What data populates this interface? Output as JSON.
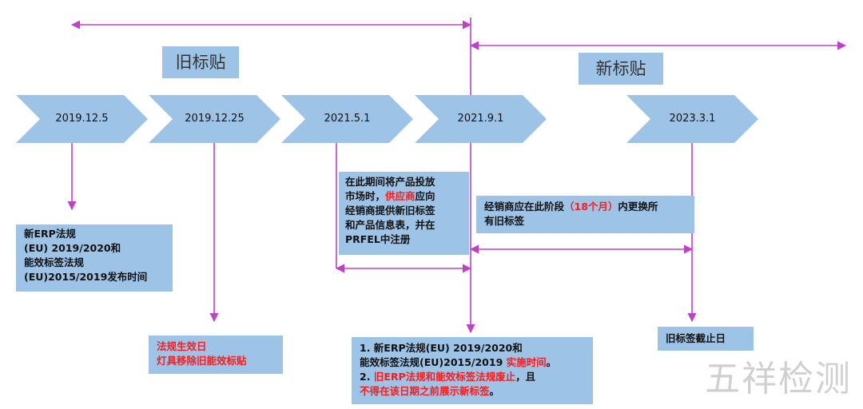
{
  "labels": {
    "old_label": "旧标贴",
    "new_label": "新标贴"
  },
  "timeline": [
    {
      "date": "2019.12.5"
    },
    {
      "date": "2019.12.25"
    },
    {
      "date": "2021.5.1"
    },
    {
      "date": "2021.9.1"
    },
    {
      "date": "2023.3.1"
    }
  ],
  "boxes": {
    "erp_publish": {
      "line1": "新ERP法规",
      "line2": "(EU) 2019/2020和",
      "line3": "能效标签法规",
      "line4": "(EU)2015/2019发布时间"
    },
    "effective_date": {
      "line1": "法规生效日",
      "line2": "灯具移除旧能效标贴"
    },
    "supplier_period": {
      "line1": "在此期间将产品投放",
      "line2a": "市场时，",
      "line2b": "供应商",
      "line2c": "应向",
      "line3": "经销商提供新旧标签",
      "line4": "和产品信息表，并在",
      "line5": "PRFEL中注册"
    },
    "dealer_period": {
      "line1a": "经销商应在此阶段",
      "line1b": "（18个月）",
      "line1c": "内更换所",
      "line2": "有旧标签"
    },
    "implementation": {
      "line1": "1. 新ERP法规(EU) 2019/2020和",
      "line2a": "能效标签法规(EU)2015/2019 ",
      "line2b": "实施时间",
      "line2c": "。",
      "line3a": "2. ",
      "line3b": "旧ERP法规和能效标签法规废止",
      "line3c": "，且",
      "line4a": "不得在该日期之前展示新标签",
      "line4b": "。"
    },
    "old_label_deadline": {
      "line1": "旧标签截止日"
    }
  },
  "watermark": "五祥检测",
  "colors": {
    "arrow_line": "#c040c8",
    "chevron_fill": "#9dc3e6",
    "box_fill": "#9dc3e6",
    "emphasis": "#ff1a1a"
  }
}
